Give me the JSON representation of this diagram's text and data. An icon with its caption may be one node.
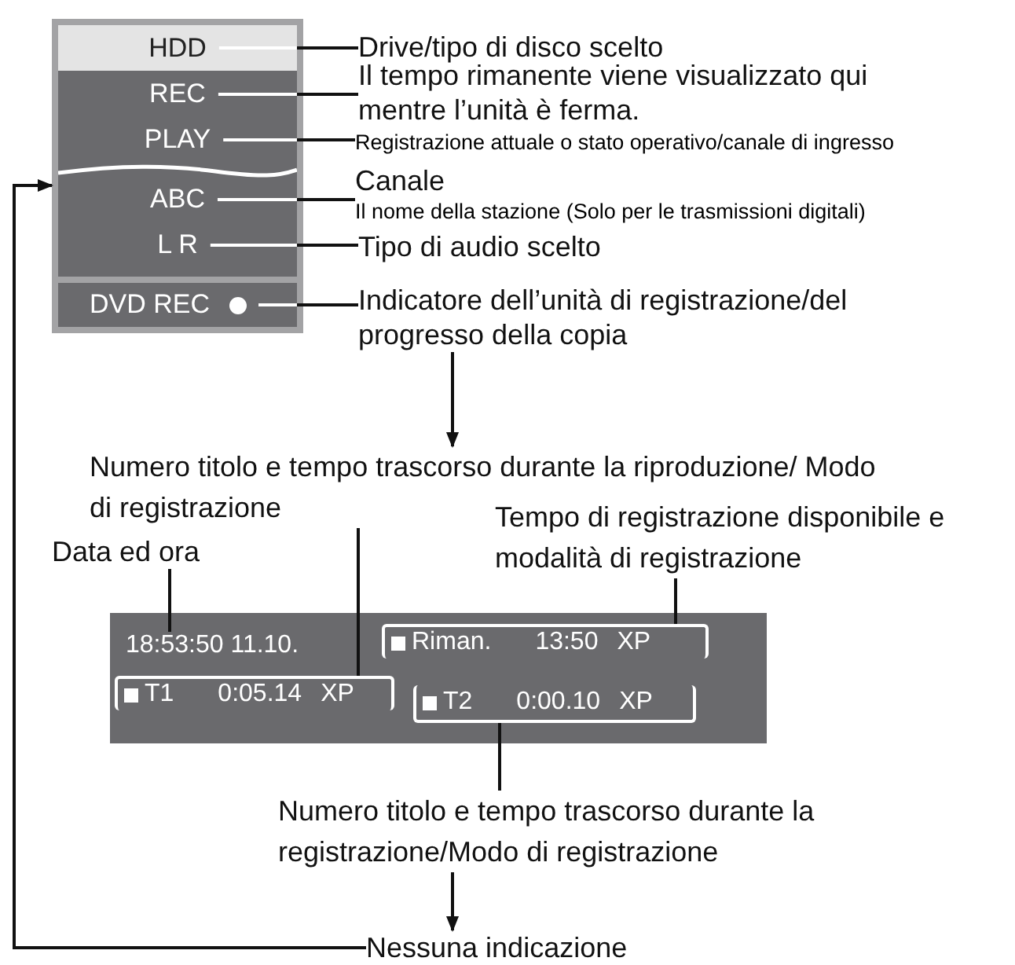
{
  "diagram": {
    "nodes": [
      {
        "text": [],
        "shape": "box"
      },
      {
        "text": [
          "HDD"
        ],
        "in": 0
      },
      {
        "text": [
          "REC"
        ],
        "in": 0
      },
      {
        "text": [
          "PLAY"
        ],
        "in": 0
      },
      {
        "text": [
          "ABC"
        ],
        "in": 0
      },
      {
        "text": [
          "L R"
        ],
        "in": 0
      },
      {
        "text": [
          "DVD REC"
        ],
        "in": 0
      },
      {
        "text": [
          "Drive/tipo di disco scelto"
        ]
      },
      {
        "text": [
          "Il tempo rimanente viene visualizzato qui mentre l’unità è ferma."
        ]
      },
      {
        "text": [
          "Registrazione attuale o stato operativo/canale di ingresso"
        ]
      },
      {
        "text": [
          "Canale",
          "Il nome della stazione (Solo per le trasmissioni digitali)"
        ]
      },
      {
        "text": [
          "Tipo di audio scelto"
        ]
      },
      {
        "text": [
          "Indicatore dell’unità di registrazione/del progresso della copia"
        ]
      },
      {
        "text": [
          "Numero titolo e tempo trascorso durante la riproduzione/ Modo di registrazione"
        ]
      },
      {
        "text": [
          "Tempo di registrazione disponibile e modalità di registrazione"
        ]
      },
      {
        "text": [
          "Data ed ora"
        ]
      },
      {
        "text": [],
        "shape": "box"
      },
      {
        "text": [
          "18:53:50 11.10."
        ],
        "in": 16
      },
      {
        "text": [
          "Riman.",
          "13:50",
          "XP"
        ],
        "in": 16
      },
      {
        "text": [
          "T1",
          "0:05.14",
          "XP"
        ],
        "in": 16
      },
      {
        "text": [
          "T2",
          "0:00.10",
          "XP"
        ],
        "in": 16
      },
      {
        "text": [
          "Numero titolo e tempo trascorso durante la registrazione/Modo di registrazione"
        ]
      },
      {
        "text": [
          "Nessuna indicazione"
        ]
      }
    ],
    "edges": [
      {
        "from": 7,
        "to": 1,
        "arrow": "none"
      },
      {
        "from": 8,
        "to": 2,
        "arrow": "none"
      },
      {
        "from": 9,
        "to": 3,
        "arrow": "none"
      },
      {
        "from": 10,
        "to": 4,
        "arrow": "none"
      },
      {
        "from": 11,
        "to": 5,
        "arrow": "none"
      },
      {
        "from": 12,
        "to": 6,
        "arrow": "none"
      },
      {
        "from": 12,
        "to": 13,
        "arrow": "to"
      },
      {
        "from": 15,
        "to": 17,
        "arrow": "none"
      },
      {
        "from": 13,
        "to": 19,
        "arrow": "none"
      },
      {
        "from": 14,
        "to": 18,
        "arrow": "none"
      },
      {
        "from": 21,
        "to": 20,
        "arrow": "none"
      },
      {
        "from": 21,
        "to": 22,
        "arrow": "to"
      },
      {
        "from": 22,
        "to": 0,
        "arrow": "to"
      }
    ]
  }
}
